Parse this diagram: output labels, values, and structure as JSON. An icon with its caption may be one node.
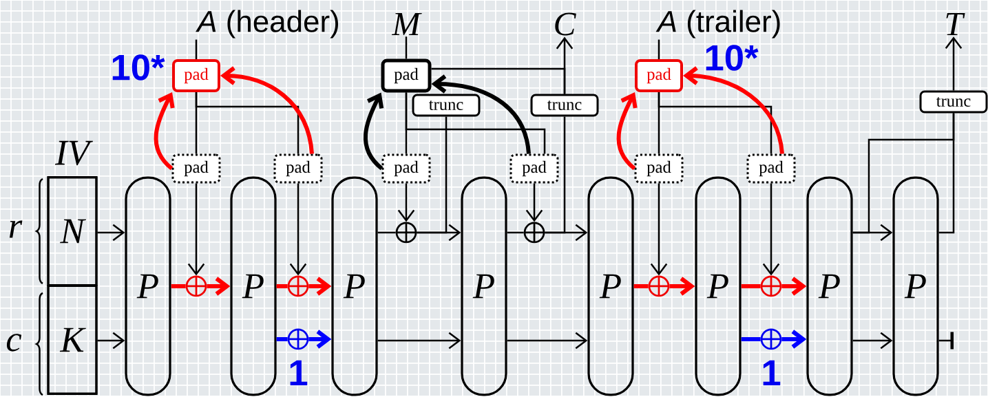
{
  "diagram": {
    "nodes": [
      {
        "text": [
          "IV"
        ]
      },
      {
        "text": [
          "N"
        ],
        "in": 0
      },
      {
        "text": [
          "K"
        ],
        "in": 0
      },
      {
        "text": [
          "P"
        ]
      },
      {
        "text": [
          "P"
        ]
      },
      {
        "text": [
          "P"
        ]
      },
      {
        "text": [
          "P"
        ]
      },
      {
        "text": [
          "P"
        ]
      },
      {
        "text": [
          "P"
        ]
      },
      {
        "text": [
          "P"
        ]
      },
      {
        "text": [
          "P"
        ]
      },
      {
        "text": [
          "*A* (header)"
        ]
      },
      {
        "text": [
          "M"
        ]
      },
      {
        "text": [
          "C"
        ]
      },
      {
        "text": [
          "*A* (trailer)"
        ]
      },
      {
        "text": [
          "T"
        ]
      },
      {
        "text": [
          "pad"
        ],
        "beside": [
          "10*"
        ]
      },
      {
        "text": [
          "pad"
        ]
      },
      {
        "text": [
          "pad"
        ],
        "beside": [
          "10*"
        ]
      },
      {
        "text": [
          "trunc"
        ]
      },
      {
        "text": [
          "trunc"
        ]
      },
      {
        "text": [
          "trunc"
        ]
      },
      {
        "text": [
          "pad"
        ]
      },
      {
        "text": [
          "pad"
        ]
      },
      {
        "text": [
          "pad"
        ]
      },
      {
        "text": [
          "pad"
        ]
      },
      {
        "text": [
          "pad"
        ]
      },
      {
        "text": [
          "pad"
        ]
      },
      {
        "text": [],
        "shape": "circle"
      },
      {
        "text": [],
        "shape": "circle"
      },
      {
        "text": [],
        "shape": "circle",
        "beside": [
          "1"
        ]
      },
      {
        "text": [],
        "shape": "circle"
      },
      {
        "text": [],
        "shape": "circle"
      },
      {
        "text": [],
        "shape": "circle"
      },
      {
        "text": [],
        "shape": "circle"
      },
      {
        "text": [],
        "shape": "circle",
        "beside": [
          "1"
        ]
      }
    ],
    "edges": [
      {
        "from": 1,
        "to": 3,
        "arrow": "to"
      },
      {
        "from": 2,
        "to": 3,
        "arrow": "to"
      },
      {
        "from": 11,
        "to": 16,
        "arrow": "none"
      },
      {
        "from": 16,
        "to": 22,
        "arrow": "none"
      },
      {
        "from": 16,
        "to": 23,
        "arrow": "none"
      },
      {
        "from": 22,
        "to": 16,
        "arrow": "to",
        "style": "thick",
        "color": "#ff0000"
      },
      {
        "from": 23,
        "to": 16,
        "arrow": "to",
        "style": "thick",
        "color": "#ff0000"
      },
      {
        "from": 22,
        "to": 28,
        "arrow": "to"
      },
      {
        "from": 23,
        "to": 29,
        "arrow": "to"
      },
      {
        "from": 3,
        "to": 28,
        "arrow": "none",
        "style": "thick",
        "color": "#ff0000"
      },
      {
        "from": 28,
        "to": 4,
        "arrow": "to",
        "style": "thick",
        "color": "#ff0000"
      },
      {
        "from": 4,
        "to": 29,
        "arrow": "none",
        "style": "thick",
        "color": "#ff0000"
      },
      {
        "from": 29,
        "to": 5,
        "arrow": "to",
        "style": "thick",
        "color": "#ff0000"
      },
      {
        "from": 4,
        "to": 30,
        "arrow": "none",
        "style": "thick",
        "color": "#0000ff"
      },
      {
        "from": 30,
        "to": 5,
        "arrow": "to",
        "style": "thick",
        "color": "#0000ff"
      },
      {
        "from": 12,
        "to": 17,
        "arrow": "none"
      },
      {
        "from": 17,
        "to": 24,
        "arrow": "none"
      },
      {
        "from": 17,
        "to": 25,
        "arrow": "none"
      },
      {
        "from": 24,
        "to": 17,
        "arrow": "to",
        "style": "thick"
      },
      {
        "from": 25,
        "to": 17,
        "arrow": "to",
        "style": "thick"
      },
      {
        "from": 24,
        "to": 31,
        "arrow": "to"
      },
      {
        "from": 25,
        "to": 32,
        "arrow": "to"
      },
      {
        "from": 5,
        "to": 31,
        "arrow": "none"
      },
      {
        "from": 31,
        "to": 6,
        "arrow": "to"
      },
      {
        "from": 31,
        "to": 19,
        "arrow": "none"
      },
      {
        "from": 5,
        "to": 6,
        "arrow": "to"
      },
      {
        "from": 6,
        "to": 32,
        "arrow": "none"
      },
      {
        "from": 32,
        "to": 7,
        "arrow": "to"
      },
      {
        "from": 32,
        "to": 20,
        "arrow": "none"
      },
      {
        "from": 20,
        "to": 13,
        "arrow": "to"
      },
      {
        "from": 20,
        "to": 17,
        "arrow": "none"
      },
      {
        "from": 6,
        "to": 7,
        "arrow": "to"
      },
      {
        "from": 14,
        "to": 18,
        "arrow": "none"
      },
      {
        "from": 18,
        "to": 26,
        "arrow": "none"
      },
      {
        "from": 18,
        "to": 27,
        "arrow": "none"
      },
      {
        "from": 26,
        "to": 18,
        "arrow": "to",
        "style": "thick",
        "color": "#ff0000"
      },
      {
        "from": 27,
        "to": 18,
        "arrow": "to",
        "style": "thick",
        "color": "#ff0000"
      },
      {
        "from": 26,
        "to": 33,
        "arrow": "to"
      },
      {
        "from": 27,
        "to": 34,
        "arrow": "to"
      },
      {
        "from": 7,
        "to": 33,
        "arrow": "none",
        "style": "thick",
        "color": "#ff0000"
      },
      {
        "from": 33,
        "to": 8,
        "arrow": "to",
        "style": "thick",
        "color": "#ff0000"
      },
      {
        "from": 8,
        "to": 34,
        "arrow": "none",
        "style": "thick",
        "color": "#ff0000"
      },
      {
        "from": 34,
        "to": 9,
        "arrow": "to",
        "style": "thick",
        "color": "#ff0000"
      },
      {
        "from": 8,
        "to": 35,
        "arrow": "none",
        "style": "thick",
        "color": "#0000ff"
      },
      {
        "from": 35,
        "to": 9,
        "arrow": "to",
        "style": "thick",
        "color": "#0000ff"
      },
      {
        "from": 9,
        "to": 10,
        "arrow": "to"
      },
      {
        "from": 9,
        "to": 21,
        "arrow": "none"
      },
      {
        "from": 10,
        "to": 21,
        "arrow": "none"
      },
      {
        "from": 21,
        "to": 15,
        "arrow": "to"
      },
      {
        "from": 9,
        "to": 10,
        "arrow": "to"
      },
      {
        "from": 10,
        "to": null,
        "arrow": "other"
      }
    ],
    "labels": [
      "r",
      "c"
    ]
  }
}
